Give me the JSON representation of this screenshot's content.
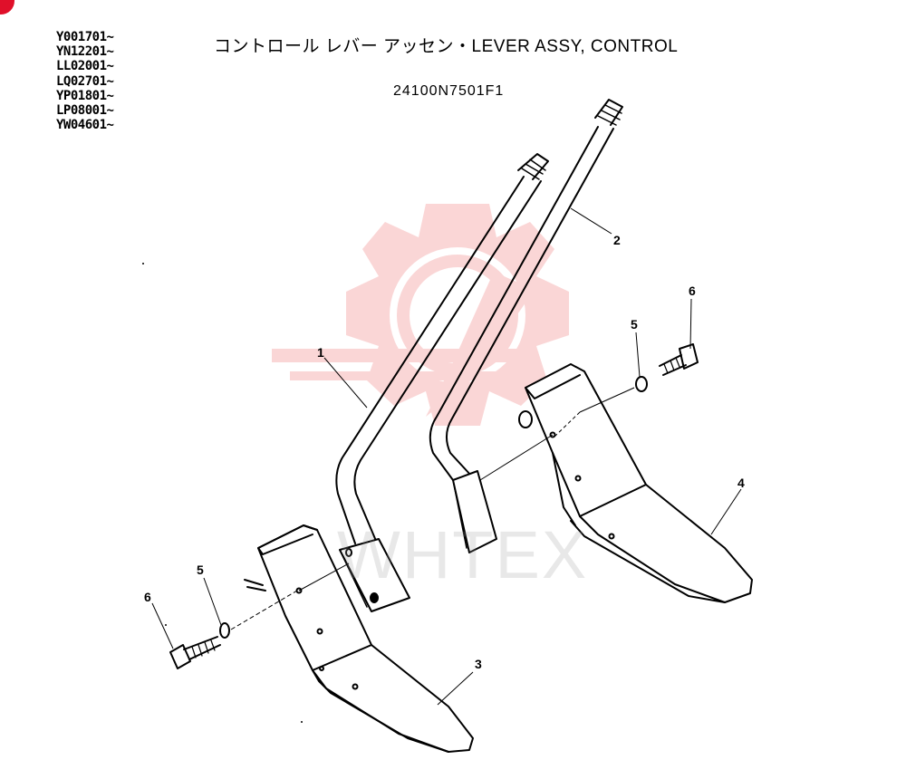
{
  "header": {
    "serial_ranges": [
      "Y001701~",
      "YN12201~",
      "LL02001~",
      "LQ02701~",
      "YP01801~",
      "LP08001~",
      "YW04601~"
    ],
    "title": "コントロール レバー アッセン・LEVER ASSY, CONTROL",
    "part_number": "24100N7501F1"
  },
  "watermark": {
    "text": "WHTEX",
    "color": "#f5b0b0"
  },
  "callouts": {
    "lever_1": "1",
    "lever_2": "2",
    "pedal_3": "3",
    "pedal_4": "4",
    "washer_left": "5",
    "washer_right": "5",
    "bolt_left": "6",
    "bolt_right": "6"
  },
  "colors": {
    "line": "#000000",
    "accent": "#e0102a"
  }
}
